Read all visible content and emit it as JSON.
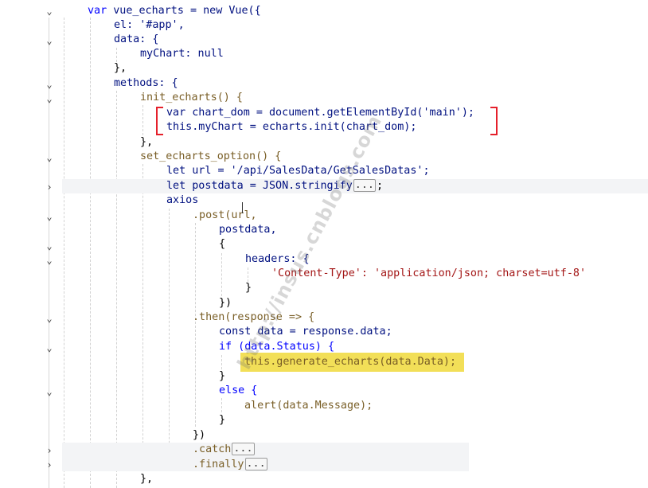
{
  "code_lines": [
    "var vue_echarts = new Vue({",
    "el: '#app',",
    "data: {",
    "myChart: null",
    "},",
    "methods: {",
    "init_echarts() {",
    "var chart_dom = document.getElementById('main');",
    "this.myChart = echarts.init(chart_dom);",
    "},",
    "set_echarts_option() {",
    "let url = '/api/SalesData/GetSalesDatas';",
    "let postdata = JSON.stringify",
    ";",
    "axios",
    ".post(url,",
    "postdata,",
    "{",
    "headers: {",
    "'Content-Type': 'application/json; charset=utf-8'",
    "}",
    "})",
    ".then(response => {",
    "const data = response.data;",
    "if (data.Status) {",
    "this.generate_echarts(data.Data);",
    "}",
    "else {",
    "alert(data.Message);",
    "}",
    "})",
    ".catch",
    ".finally",
    "},"
  ],
  "collapsed_marker": "...",
  "watermark": "http://insus.cnblogs.com",
  "colors": {
    "keyword": "#0000ff",
    "identifier": "#001080",
    "function": "#795e26",
    "string": "#a31515",
    "highlight": "#f2df58",
    "redbox": "#e5202b"
  },
  "icons": {
    "fold_expanded": "chevron-down-icon",
    "fold_collapsed": "chevron-right-icon"
  }
}
